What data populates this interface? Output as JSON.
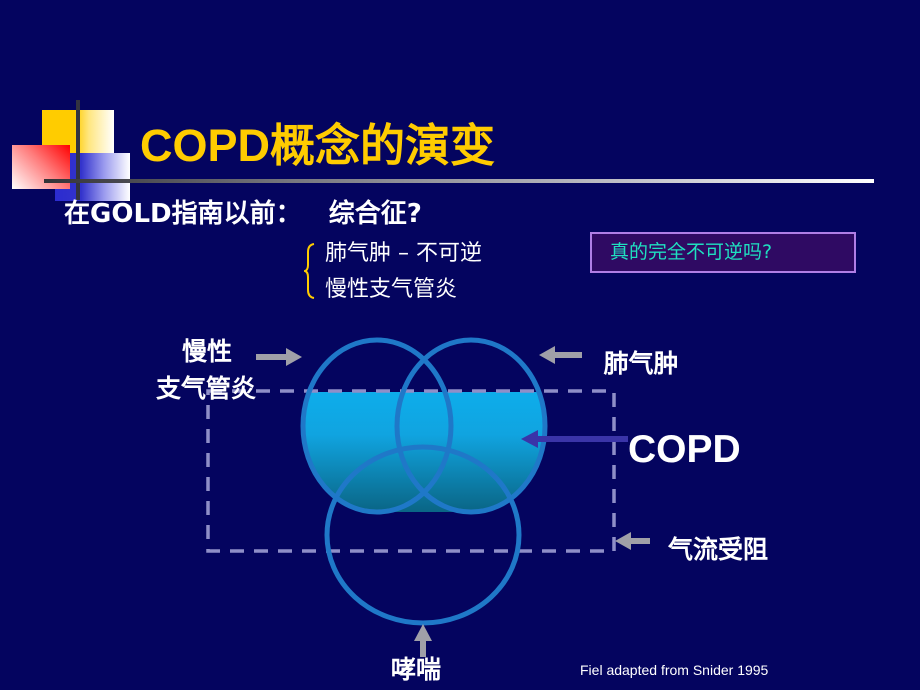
{
  "slide": {
    "title": "COPD概念的演变",
    "subtitle": "在GOLD指南以前：   综合征?",
    "sub_items": [
      "肺气肿 – 不可逆",
      "慢性支气管炎"
    ],
    "question_box": "真的完全不可逆吗?",
    "credit": "Fiel adapted from Snider 1995"
  },
  "diagram": {
    "labels": {
      "chronic_bronchitis_line1": "慢性",
      "chronic_bronchitis_line2": "支气管炎",
      "emphysema": "肺气肿",
      "copd": "COPD",
      "airflow_obstruction": "气流受阻",
      "asthma": "哮喘"
    },
    "colors": {
      "background": "#04045f",
      "title": "#ffcc00",
      "circle_stroke": "#1f78c8",
      "fill_top": "#0ab4f5",
      "fill_bottom": "#0a6a8a",
      "dashed_box": "#8f8fc8",
      "gray_arrow": "#a0a0a8",
      "copd_arrow": "#3a34a8",
      "question_text": "#1fe0c0",
      "question_border": "#b07ee6",
      "question_fill": "#2f0a63"
    }
  }
}
